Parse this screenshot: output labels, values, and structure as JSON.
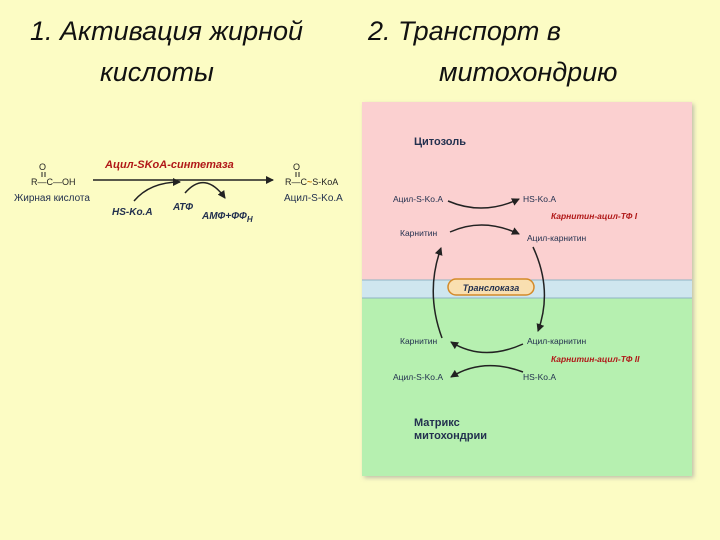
{
  "headings": {
    "h1_line1": "1. Активация жирной",
    "h1_line2": "кислоты",
    "h2_line1": "2. Транспорт в",
    "h2_line2": "митохондрию"
  },
  "activation": {
    "left_struct_o": "O",
    "left_struct": "R—C—OH",
    "left_label": "Жирная кислота",
    "enzyme": "Ацил-SKoA-синтетаза",
    "reagent1": "HS-Ko.A",
    "reagent2": "АТФ",
    "product_side": "АМФ+ФФ",
    "product_side_sub": "Н",
    "right_struct_o": "O",
    "right_struct_r": "R—C",
    "right_struct_tilde": "~",
    "right_struct_s": "S-KoA",
    "right_label": "Ацил-S-Ko.A"
  },
  "transport": {
    "cytosol_label": "Цитозоль",
    "matrix_label_1": "Матрикс",
    "matrix_label_2": "митохондрии",
    "translocase": "Транслоказа",
    "cyt_acyl_scoa": "Ацил-S-Ko.A",
    "cyt_hs_coa": "HS-Ko.A",
    "enzyme_1": "Карнитин-ацил-ТФ I",
    "cyt_carnitine": "Карнитин",
    "cyt_acylcarnitine": "Ацил-карнитин",
    "mat_carnitine": "Карнитин",
    "mat_acylcarnitine": "Ацил-карнитин",
    "enzyme_2": "Карнитин-ацил-ТФ II",
    "mat_acyl_scoa": "Ацил-S-Ko.A",
    "mat_hs_coa": "HS-Ko.A"
  },
  "colors": {
    "background": "#fcfcc4",
    "cytosol": "#fbd0d0",
    "membrane": "#cfe6ef",
    "matrix": "#b6f0b0",
    "enzyme_label": "#b01818",
    "arrow": "#222222",
    "text_dark": "#23314f"
  }
}
